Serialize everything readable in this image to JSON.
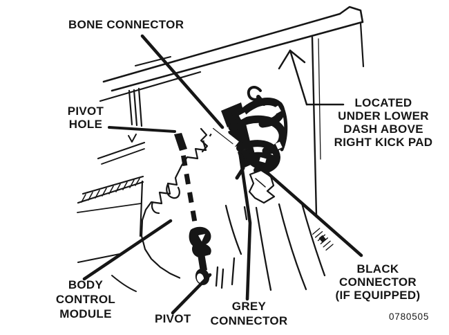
{
  "figure": {
    "id": "0780505",
    "ink_color": "#161616",
    "paper_color": "#ffffff",
    "labels": {
      "bone_connector": "BONE CONNECTOR",
      "pivot_hole": "PIVOT\nHOLE",
      "located_note": "LOCATED\nUNDER LOWER\nDASH ABOVE\nRIGHT KICK PAD",
      "body_control_module": "BODY\nCONTROL\nMODULE",
      "pivot": "PIVOT",
      "grey_connector": "GREY\nCONNECTOR",
      "black_connector": "BLACK\nCONNECTOR\n(IF EQUIPPED)"
    }
  }
}
